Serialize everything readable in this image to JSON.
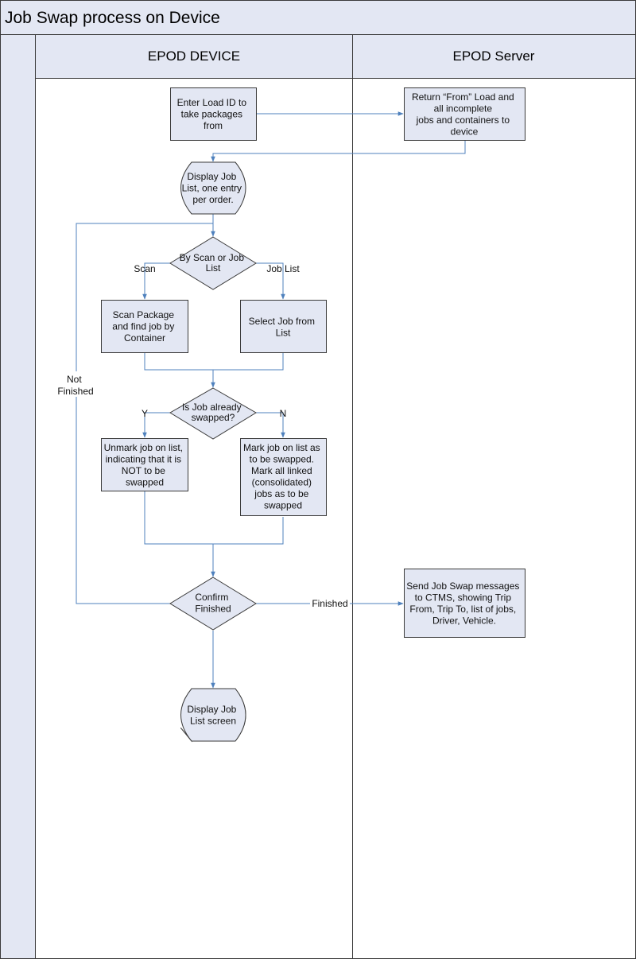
{
  "title": "Job Swap process on Device",
  "colors": {
    "header_fill": "#e3e7f3",
    "shape_fill": "#e3e7f3",
    "border": "#3a3a3a",
    "connector": "#4f81bd"
  },
  "lanes": {
    "device": "EPOD DEVICE",
    "server": "EPOD Server"
  },
  "nodes": {
    "enter_load": [
      "Enter Load ID to",
      "take packages",
      "from"
    ],
    "return_from": [
      "Return “From” Load and",
      "all incomplete",
      "jobs and containers to",
      "device"
    ],
    "display_job_list": [
      "Display Job",
      "List, one entry",
      "per order."
    ],
    "by_scan_or_job": [
      "By Scan or Job",
      "List"
    ],
    "scan_package": [
      "Scan Package",
      "and find job by",
      "Container"
    ],
    "select_job": [
      "Select Job from",
      "List"
    ],
    "already_swapped": [
      "Is Job already",
      "swapped?"
    ],
    "unmark_job": [
      "Unmark job on list,",
      "indicating that it is",
      "NOT to be",
      "swapped"
    ],
    "mark_job": [
      "Mark job on list as",
      "to be swapped.",
      "Mark all linked",
      "(consolidated)",
      "jobs as to be",
      "swapped"
    ],
    "confirm_finished": [
      "Confirm",
      "Finished"
    ],
    "send_job_swap": [
      "Send Job Swap messages",
      "to CTMS, showing Trip",
      "From, Trip To, list of jobs,",
      "Driver, Vehicle."
    ],
    "display_list_screen": [
      "Display Job",
      "List screen"
    ]
  },
  "edge_labels": {
    "scan": "Scan",
    "job_list": "Job List",
    "yes": "Y",
    "no": "N",
    "not_finished": [
      "Not",
      "Finished"
    ],
    "finished": "Finished"
  }
}
